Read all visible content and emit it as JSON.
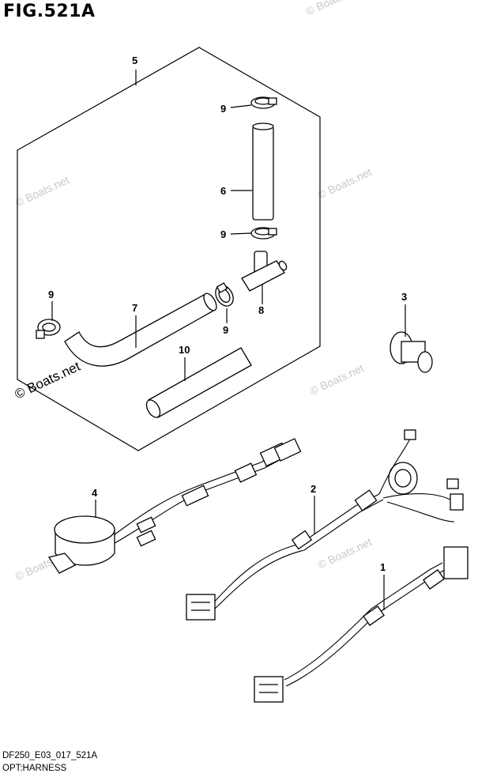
{
  "figure": {
    "title": "FIG.521A",
    "model_code": "DF250_E03_017_521A",
    "section_name": "OPT:HARNESS"
  },
  "watermark": {
    "text": "© Boats.net"
  },
  "callouts": {
    "c1": "1",
    "c2": "2",
    "c3": "3",
    "c4": "4",
    "c5": "5",
    "c6": "6",
    "c7": "7",
    "c8": "8",
    "c9a": "9",
    "c9b": "9",
    "c9c": "9",
    "c9d": "9",
    "c10": "10"
  }
}
